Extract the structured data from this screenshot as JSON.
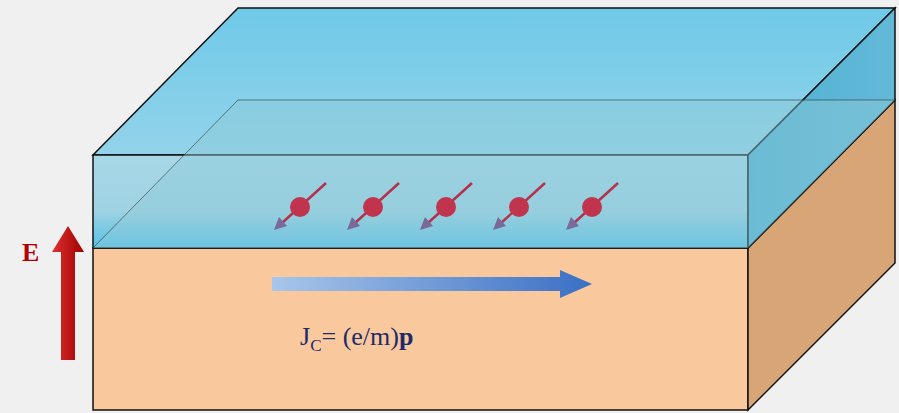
{
  "diagram": {
    "labels": [
      "E",
      "J",
      "C",
      "= (e/m)",
      "p"
    ]
  }
}
